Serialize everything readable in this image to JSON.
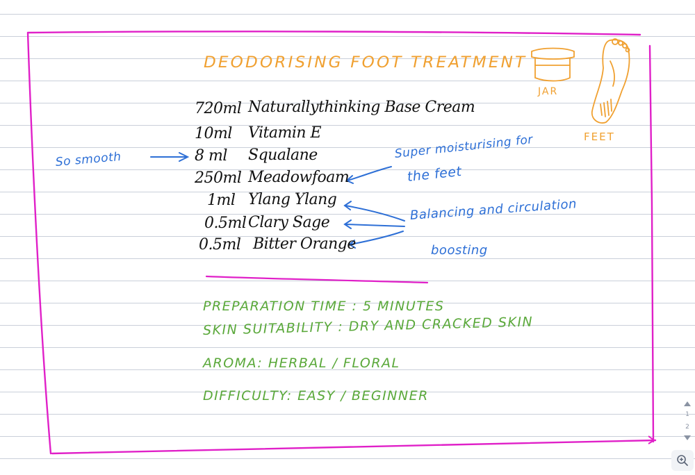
{
  "title": "DEODORISING FOOT TREATMENT",
  "sketches": {
    "jar_label": "JAR",
    "feet_label": "FEET"
  },
  "ingredients": [
    {
      "qty": "720ml",
      "name": "Naturallythinking Base Cream"
    },
    {
      "qty": "10ml",
      "name": "Vitamin E"
    },
    {
      "qty": "8 ml",
      "name": "Squalane"
    },
    {
      "qty": "250ml",
      "name": "Meadowfoam"
    },
    {
      "qty": "1ml",
      "name": "Ylang Ylang"
    },
    {
      "qty": "0.5ml",
      "name": "Clary Sage"
    },
    {
      "qty": "0.5ml",
      "name": "Bitter Orange"
    }
  ],
  "notes": {
    "smooth": "So smooth",
    "moisturising_line1": "Super moisturising for",
    "moisturising_line2": "the feet",
    "balancing_line1": "Balancing and circulation",
    "balancing_line2": "boosting"
  },
  "info": {
    "prep": "PREPARATION TIME : 5 MINUTES",
    "skin": "SKIN SUITABILITY : DRY AND CRACKED SKIN",
    "aroma": "AROMA: HERBAL / FLORAL",
    "difficulty": "DIFFICULTY: EASY / BEGINNER"
  },
  "pager": {
    "current": "1",
    "total": "2"
  },
  "colors": {
    "frame": "#e020c8",
    "title": "#f0a030",
    "ink": "#111111",
    "notes": "#2d6fd6",
    "info": "#5aa83a",
    "rule": "#c9cfd9"
  },
  "icons": [
    "jar-sketch-icon",
    "foot-sketch-icon",
    "page-up-icon",
    "page-down-icon",
    "zoom-icon"
  ]
}
